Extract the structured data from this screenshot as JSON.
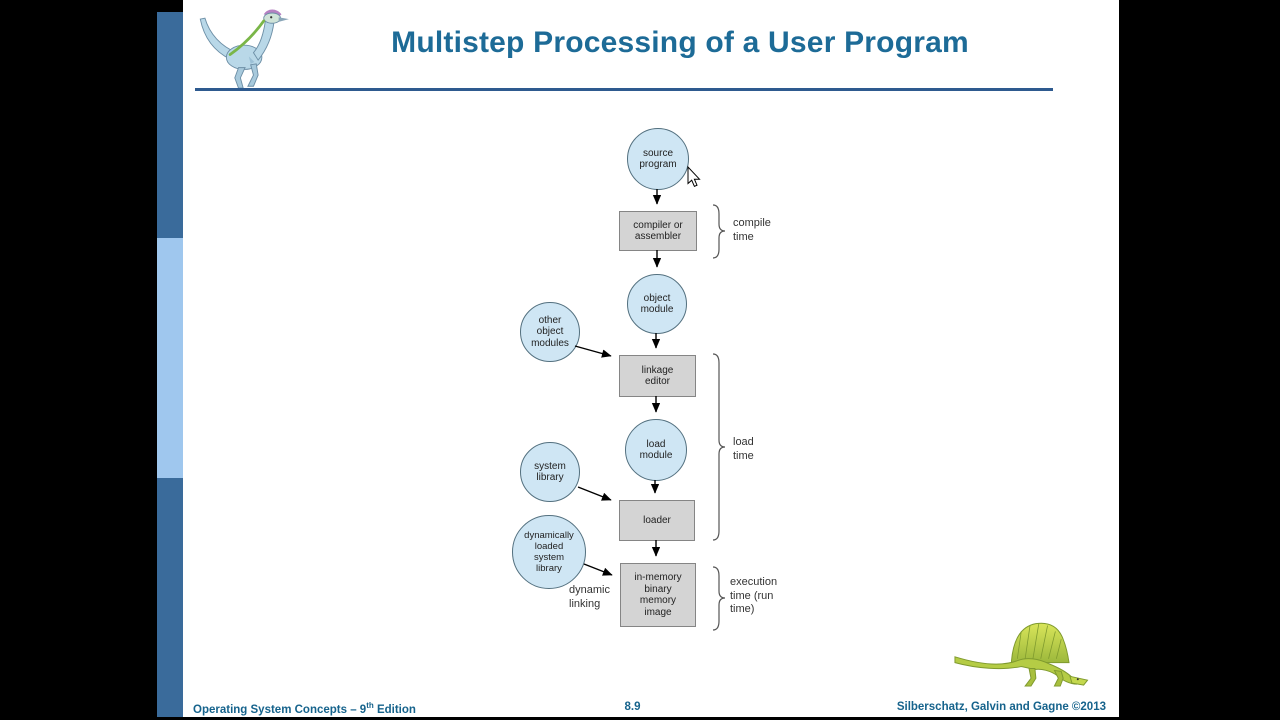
{
  "header": {
    "title": "Multistep Processing of a User Program",
    "logo": "dinosaur-logo"
  },
  "diagram": {
    "nodes": [
      {
        "id": "source-program",
        "shape": "circle",
        "label": "source\nprogram"
      },
      {
        "id": "compiler-or-assembler",
        "shape": "box",
        "label": "compiler or\nassembler"
      },
      {
        "id": "object-module",
        "shape": "circle",
        "label": "object\nmodule"
      },
      {
        "id": "other-object-modules",
        "shape": "circle",
        "label": "other\nobject\nmodules"
      },
      {
        "id": "linkage-editor",
        "shape": "box",
        "label": "linkage\neditor"
      },
      {
        "id": "load-module",
        "shape": "circle",
        "label": "load\nmodule"
      },
      {
        "id": "system-library",
        "shape": "circle",
        "label": "system\nlibrary"
      },
      {
        "id": "loader",
        "shape": "box",
        "label": "loader"
      },
      {
        "id": "dynamically-loaded-system-library",
        "shape": "circle",
        "label": "dynamically\nloaded\nsystem\nlibrary"
      },
      {
        "id": "in-memory-binary-memory-image",
        "shape": "box",
        "label": "in-memory\nbinary\nmemory\nimage"
      }
    ],
    "annotations": {
      "compile_time": "compile\ntime",
      "load_time": "load\ntime",
      "execution_time": "execution\ntime (run\ntime)",
      "dynamic_linking": "dynamic\nlinking"
    },
    "colors": {
      "circle_fill": "#cfe6f4",
      "circle_border": "#53707f",
      "box_fill": "#d4d4d4",
      "box_border": "#858585",
      "arrow": "#000000",
      "brace": "#555555"
    }
  },
  "footer": {
    "book": {
      "prefix": "Operating System Concepts – 9",
      "sup": "th",
      "suffix": " Edition"
    },
    "page": "8.9",
    "copyright": "Silberschatz, Galvin and Gagne ©2013"
  },
  "theme": {
    "title_color": "#1d6b97",
    "rule_color": "#2e5a8f",
    "sidebar_dark": "#3a6b9b",
    "sidebar_light": "#9fc7ee",
    "slide_background": "#ffffff",
    "frame_background": "#000000"
  }
}
